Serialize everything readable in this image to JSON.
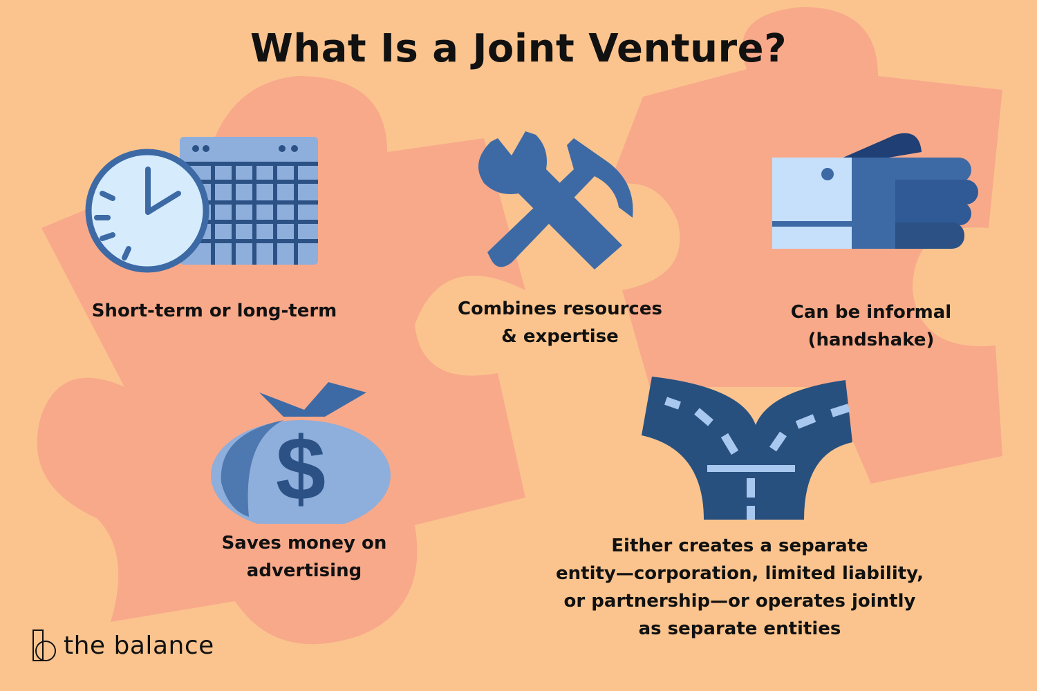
{
  "title": "What Is a Joint Venture?",
  "items": [
    {
      "label": "Short-term or long-term",
      "icon": "clock-calendar-icon"
    },
    {
      "label_line1": "Combines resources",
      "label_line2": "& expertise",
      "icon": "wrench-hammer-icon"
    },
    {
      "label_line1": "Can be informal",
      "label_line2": "(handshake)",
      "icon": "handshake-hand-icon"
    },
    {
      "label_line1": "Saves money on",
      "label_line2": "advertising",
      "icon": "money-bag-icon"
    },
    {
      "label_lines": [
        "Either creates a separate",
        "entity—corporation, limited liability,",
        "or partnership—or operates jointly",
        "as separate entities"
      ],
      "icon": "forking-road-icon"
    }
  ],
  "brand": {
    "name": "the balance"
  },
  "colors": {
    "background": "#fbc48e",
    "puzzle": "#f8a98a",
    "icon_dark": "#2b5185",
    "icon_mid": "#3d6aa5",
    "icon_light": "#8eaedc",
    "icon_pale": "#c6e0fb"
  }
}
